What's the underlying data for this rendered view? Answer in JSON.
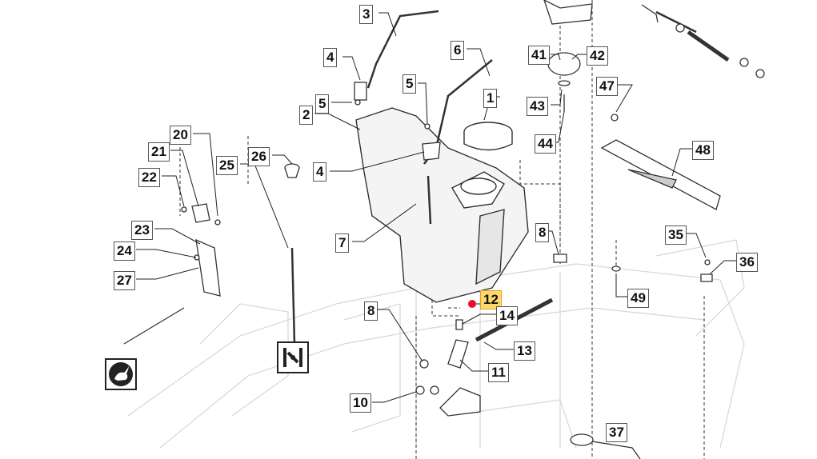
{
  "parts_diagram": {
    "highlight_color": "#ffd86b",
    "marker_color": "#e8102a",
    "callouts": [
      {
        "id": "c3",
        "label": "3"
      },
      {
        "id": "c4a",
        "label": "4"
      },
      {
        "id": "c5a",
        "label": "5"
      },
      {
        "id": "c5b",
        "label": "5"
      },
      {
        "id": "c6",
        "label": "6"
      },
      {
        "id": "c1",
        "label": "1"
      },
      {
        "id": "c2",
        "label": "2"
      },
      {
        "id": "c4b",
        "label": "4"
      },
      {
        "id": "c7",
        "label": "7"
      },
      {
        "id": "c41",
        "label": "41"
      },
      {
        "id": "c42",
        "label": "42"
      },
      {
        "id": "c43",
        "label": "43"
      },
      {
        "id": "c44",
        "label": "44"
      },
      {
        "id": "c47",
        "label": "47"
      },
      {
        "id": "c48",
        "label": "48"
      },
      {
        "id": "c8a",
        "label": "8"
      },
      {
        "id": "c8b",
        "label": "8"
      },
      {
        "id": "c35",
        "label": "35"
      },
      {
        "id": "c36",
        "label": "36"
      },
      {
        "id": "c49",
        "label": "49"
      },
      {
        "id": "c12",
        "label": "12"
      },
      {
        "id": "c14",
        "label": "14"
      },
      {
        "id": "c13",
        "label": "13"
      },
      {
        "id": "c11",
        "label": "11"
      },
      {
        "id": "c10",
        "label": "10"
      },
      {
        "id": "c37",
        "label": "37"
      },
      {
        "id": "c20",
        "label": "20"
      },
      {
        "id": "c21",
        "label": "21"
      },
      {
        "id": "c22",
        "label": "22"
      },
      {
        "id": "c25",
        "label": "25"
      },
      {
        "id": "c26",
        "label": "26"
      },
      {
        "id": "c23",
        "label": "23"
      },
      {
        "id": "c24",
        "label": "24"
      },
      {
        "id": "c27",
        "label": "27"
      }
    ],
    "icons": [
      {
        "id": "throttle-icon",
        "name": "rabbit-speed-icon"
      },
      {
        "id": "choke-icon",
        "name": "choke-lever-icon"
      }
    ]
  }
}
